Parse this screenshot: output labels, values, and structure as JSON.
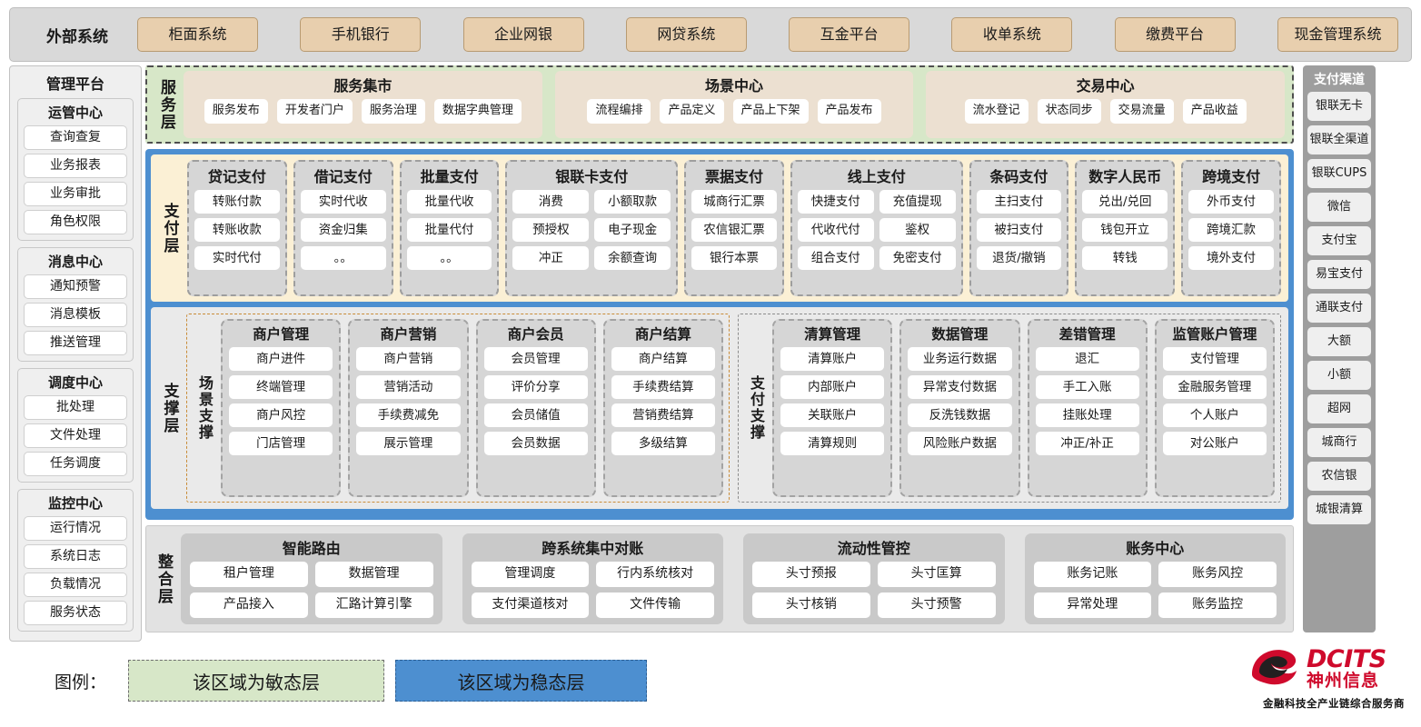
{
  "external_bar": {
    "title": "外部系统",
    "items": [
      "柜面系统",
      "手机银行",
      "企业网银",
      "网贷系统",
      "互金平台",
      "收单系统",
      "缴费平台",
      "现金管理系统"
    ]
  },
  "management": {
    "title": "管理平台",
    "groups": [
      {
        "title": "运管中心",
        "items": [
          "查询查复",
          "业务报表",
          "业务审批",
          "角色权限"
        ]
      },
      {
        "title": "消息中心",
        "items": [
          "通知预警",
          "消息模板",
          "推送管理"
        ]
      },
      {
        "title": "调度中心",
        "items": [
          "批处理",
          "文件处理",
          "任务调度"
        ]
      },
      {
        "title": "监控中心",
        "items": [
          "运行情况",
          "系统日志",
          "负载情况",
          "服务状态"
        ]
      }
    ]
  },
  "service_layer": {
    "label": "服务层",
    "groups": [
      {
        "title": "服务集市",
        "items": [
          "服务发布",
          "开发者门户",
          "服务治理",
          "数据字典管理"
        ]
      },
      {
        "title": "场景中心",
        "items": [
          "流程编排",
          "产品定义",
          "产品上下架",
          "产品发布"
        ]
      },
      {
        "title": "交易中心",
        "items": [
          "流水登记",
          "状态同步",
          "交易流量",
          "产品收益"
        ]
      }
    ]
  },
  "payment_layer": {
    "label": "支付层",
    "groups": [
      {
        "title": "贷记支付",
        "cols": 1,
        "rows": [
          [
            "转账付款"
          ],
          [
            "转账收款"
          ],
          [
            "实时代付"
          ]
        ]
      },
      {
        "title": "借记支付",
        "cols": 1,
        "rows": [
          [
            "实时代收"
          ],
          [
            "资金归集"
          ],
          [
            "。。"
          ]
        ]
      },
      {
        "title": "批量支付",
        "cols": 1,
        "rows": [
          [
            "批量代收"
          ],
          [
            "批量代付"
          ],
          [
            "。。"
          ]
        ]
      },
      {
        "title": "银联卡支付",
        "cols": 2,
        "rows": [
          [
            "消费",
            "小额取款"
          ],
          [
            "预授权",
            "电子现金"
          ],
          [
            "冲正",
            "余额查询"
          ]
        ]
      },
      {
        "title": "票据支付",
        "cols": 1,
        "rows": [
          [
            "城商行汇票"
          ],
          [
            "农信银汇票"
          ],
          [
            "银行本票"
          ]
        ]
      },
      {
        "title": "线上支付",
        "cols": 2,
        "rows": [
          [
            "快捷支付",
            "充值提现"
          ],
          [
            "代收代付",
            "鉴权"
          ],
          [
            "组合支付",
            "免密支付"
          ]
        ]
      },
      {
        "title": "条码支付",
        "cols": 1,
        "rows": [
          [
            "主扫支付"
          ],
          [
            "被扫支付"
          ],
          [
            "退货/撤销"
          ]
        ]
      },
      {
        "title": "数字人民币",
        "cols": 1,
        "rows": [
          [
            "兑出/兑回"
          ],
          [
            "钱包开立"
          ],
          [
            "转钱"
          ]
        ]
      },
      {
        "title": "跨境支付",
        "cols": 1,
        "rows": [
          [
            "外币支付"
          ],
          [
            "跨境汇款"
          ],
          [
            "境外支付"
          ]
        ]
      }
    ]
  },
  "support_layer": {
    "label": "支撑层",
    "zones": [
      {
        "label": "场景支撑",
        "groups": [
          {
            "title": "商户管理",
            "items": [
              "商户进件",
              "终端管理",
              "商户风控",
              "门店管理"
            ]
          },
          {
            "title": "商户营销",
            "items": [
              "商户营销",
              "营销活动",
              "手续费减免",
              "展示管理"
            ]
          },
          {
            "title": "商户会员",
            "items": [
              "会员管理",
              "评价分享",
              "会员储值",
              "会员数据"
            ]
          },
          {
            "title": "商户结算",
            "items": [
              "商户结算",
              "手续费结算",
              "营销费结算",
              "多级结算"
            ]
          }
        ]
      },
      {
        "label": "支付支撑",
        "groups": [
          {
            "title": "清算管理",
            "items": [
              "清算账户",
              "内部账户",
              "关联账户",
              "清算规则"
            ]
          },
          {
            "title": "数据管理",
            "items": [
              "业务运行数据",
              "异常支付数据",
              "反洗钱数据",
              "风险账户数据"
            ]
          },
          {
            "title": "差错管理",
            "items": [
              "退汇",
              "手工入账",
              "挂账处理",
              "冲正/补正"
            ]
          },
          {
            "title": "监管账户管理",
            "items": [
              "支付管理",
              "金融服务管理",
              "个人账户",
              "对公账户"
            ]
          }
        ]
      }
    ]
  },
  "integration_layer": {
    "label": "整合层",
    "groups": [
      {
        "title": "智能路由",
        "rows": [
          [
            "租户管理",
            "数据管理"
          ],
          [
            "产品接入",
            "汇路计算引擎"
          ]
        ]
      },
      {
        "title": "跨系统集中对账",
        "rows": [
          [
            "管理调度",
            "行内系统核对"
          ],
          [
            "支付渠道核对",
            "文件传输"
          ]
        ]
      },
      {
        "title": "流动性管控",
        "rows": [
          [
            "头寸预报",
            "头寸匡算"
          ],
          [
            "头寸核销",
            "头寸预警"
          ]
        ]
      },
      {
        "title": "账务中心",
        "rows": [
          [
            "账务记账",
            "账务风控"
          ],
          [
            "异常处理",
            "账务监控"
          ]
        ]
      }
    ]
  },
  "channels": {
    "title": "支付渠道",
    "items": [
      "银联无卡",
      "银联全渠道",
      "银联CUPS",
      "微信",
      "支付宝",
      "易宝支付",
      "通联支付",
      "大额",
      "小额",
      "超网",
      "城商行",
      "农信银",
      "城银清算"
    ]
  },
  "legend": {
    "label": "图例：",
    "agile": "该区域为敏态层",
    "stable": "该区域为稳态层"
  },
  "logo": {
    "en": "DCITS",
    "cn": "神州信息",
    "tagline": "金融科技全产业链综合服务商"
  },
  "colors": {
    "agile_green": "#d7e7c8",
    "stable_blue": "#4d8fd0",
    "external_tan": "#e8cfae",
    "payment_cream": "#fbf0d5",
    "brand_red": "#cf0a2c"
  }
}
